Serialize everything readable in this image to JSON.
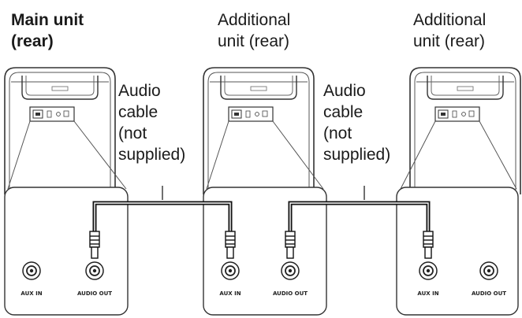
{
  "units": [
    {
      "title_line1": "Main unit",
      "title_line2": "(rear)",
      "ports": [
        "AUX IN",
        "AUDIO OUT"
      ]
    },
    {
      "title_line1": "Additional",
      "title_line2": "unit (rear)",
      "ports": [
        "AUX IN",
        "AUDIO OUT"
      ]
    },
    {
      "title_line1": "Additional",
      "title_line2": "unit (rear)",
      "ports": [
        "AUX IN",
        "AUDIO OUT"
      ]
    }
  ],
  "cables": [
    {
      "line1": "Audio",
      "line2": "cable",
      "line3": "(not",
      "line4": "supplied)"
    },
    {
      "line1": "Audio",
      "line2": "cable",
      "line3": "(not",
      "line4": "supplied)"
    }
  ]
}
